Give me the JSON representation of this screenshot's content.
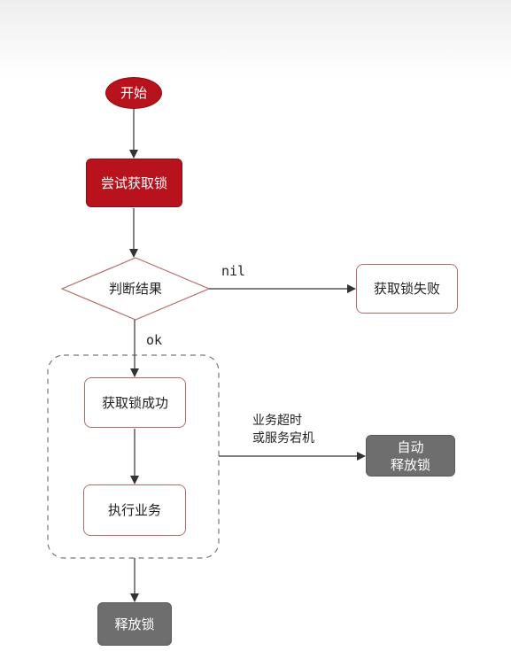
{
  "nodes": {
    "start": "开始",
    "try_lock": "尝试获取锁",
    "decision": "判断结果",
    "fail": "获取锁失败",
    "success": "获取锁成功",
    "execute": "执行业务",
    "auto_release": [
      "自动",
      "释放锁"
    ],
    "release": "释放锁"
  },
  "edges": {
    "nil": "nil",
    "ok": "ok",
    "timeout": [
      "业务超时",
      "或服务宕机"
    ]
  },
  "colors": {
    "primary_red": "#b8121c",
    "gray_node": "#6e6e6e",
    "outline_red": "#b86a6a",
    "line": "#333333"
  }
}
